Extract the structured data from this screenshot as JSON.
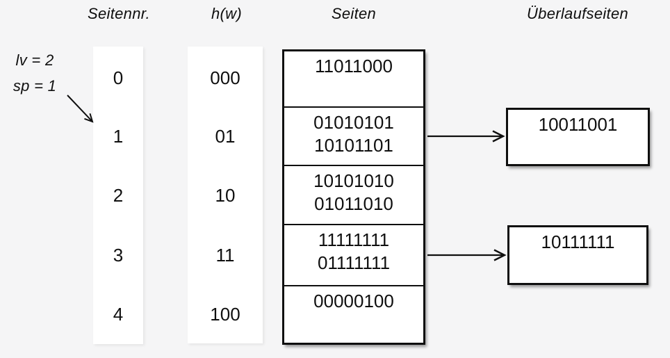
{
  "diagram": {
    "topic": "linear-hashing-overflow-pages",
    "background_color": "#f5f5f6",
    "line_color": "#0f0f0f",
    "box_fill": "#ffffff"
  },
  "headers": {
    "page_no": "Seitennr.",
    "hash": "h(w)",
    "pages": "Seiten",
    "overflow": "Überlaufseiten"
  },
  "state_label": {
    "line1": "lv = 2",
    "line2": "sp = 1",
    "points_to_row": "1"
  },
  "table": {
    "rows": [
      {
        "page_no": "0",
        "hash": "000",
        "entries": [
          "11011000"
        ],
        "overflow": null
      },
      {
        "page_no": "1",
        "hash": "01",
        "entries": [
          "01010101",
          "10101101"
        ],
        "overflow": "10011001"
      },
      {
        "page_no": "2",
        "hash": "10",
        "entries": [
          "10101010",
          "01011010"
        ],
        "overflow": null
      },
      {
        "page_no": "3",
        "hash": "11",
        "entries": [
          "11111111",
          "01111111"
        ],
        "overflow": "10111111"
      },
      {
        "page_no": "4",
        "hash": "100",
        "entries": [
          "00000100"
        ],
        "overflow": null
      }
    ]
  }
}
